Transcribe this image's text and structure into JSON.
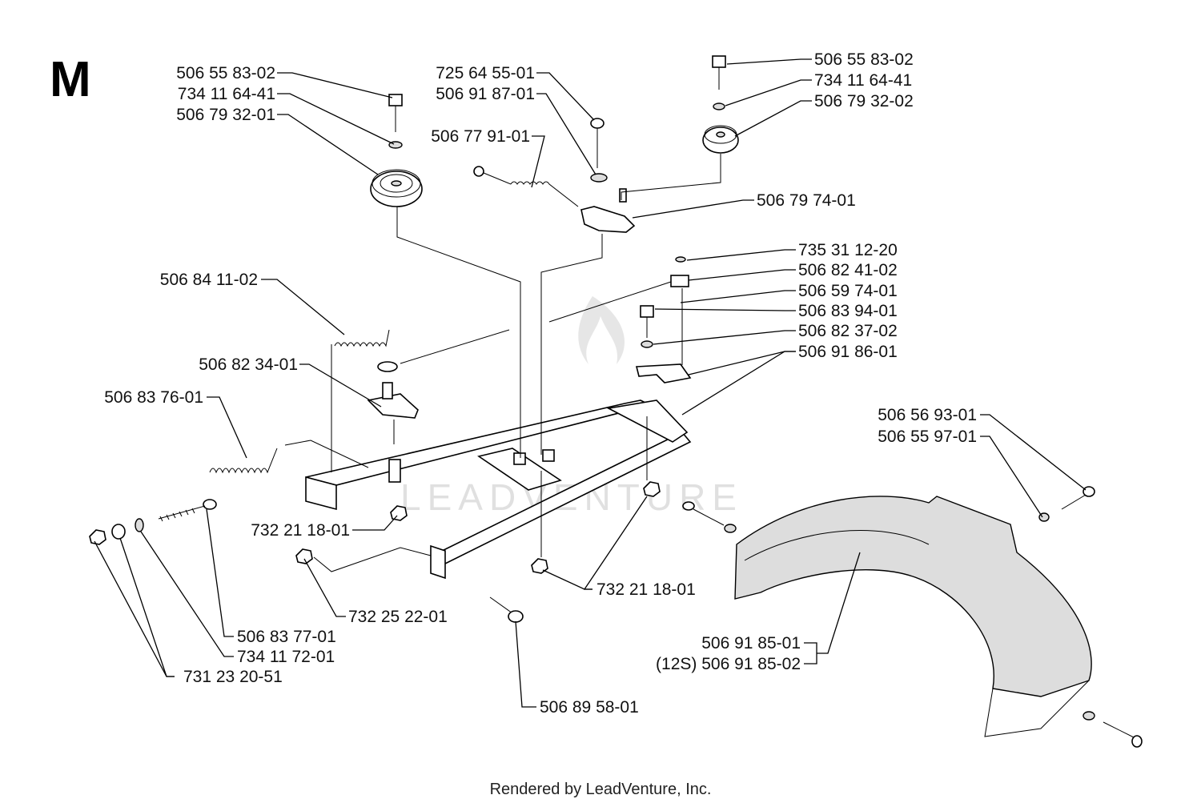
{
  "section_letter": "M",
  "watermark": "LEADVENTURE",
  "footer": "Rendered by LeadVenture, Inc.",
  "parts": {
    "tl_bolt": "506 55 83-02",
    "tl_washer": "734 11 64-41",
    "tl_pulley": "506 79 32-01",
    "tc_bolt": "725 64 55-01",
    "tc_washer": "506 91 87-01",
    "tc_spring": "506 77 91-01",
    "tr_bolt": "506 55 83-02",
    "tr_washer": "734 11 64-41",
    "tr_pulley": "506 79 32-02",
    "idler_arm": "506 79 74-01",
    "clip": "735 31 12-20",
    "link_a": "506 82 41-02",
    "link_b": "506 59 74-01",
    "bolt_b": "506 83 94-01",
    "bracket_b": "506 82 37-02",
    "frame": "506 91 86-01",
    "spring_mid": "506 84 11-02",
    "plate": "506 82 34-01",
    "spring_left": "506 83 76-01",
    "nut_left": "732 21 18-01",
    "bolt_guard": "506 56 93-01",
    "washer_guard": "506 55 97-01",
    "nut_bottom": "732 21 18-01",
    "nut_flange": "732 25 22-01",
    "eyebolt": "506 83 77-01",
    "washer_small": "734 11 72-01",
    "nut_hex": "731 23 20-51",
    "guard": "506 91 85-01",
    "guard_alt": "(12S) 506 91 85-02",
    "bolt_bottom": "506 89 58-01"
  }
}
